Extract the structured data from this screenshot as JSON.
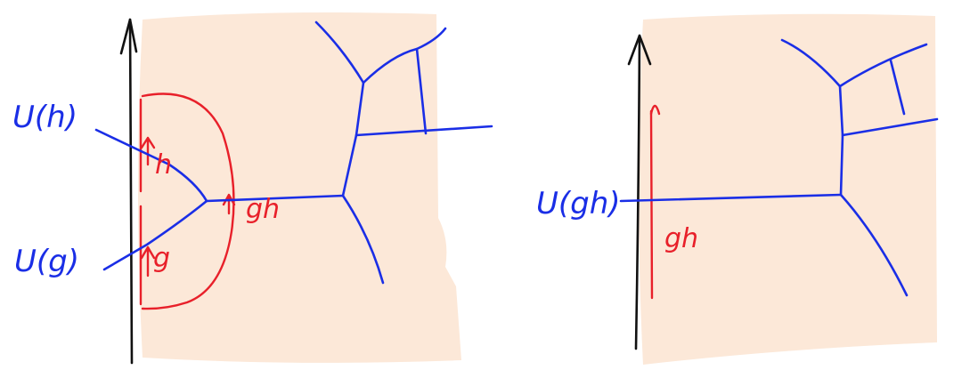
{
  "colors": {
    "background": "#ffffff",
    "region_fill": "#fce8d8",
    "blue_ink": "#1a2ee6",
    "red_ink": "#e8202a",
    "axis_ink": "#111111"
  },
  "left_panel": {
    "label_upper": "U(h)",
    "label_lower": "U(g)",
    "red_h": "h",
    "red_g": "g",
    "red_gh": "gh"
  },
  "right_panel": {
    "label": "U(gh)",
    "red_gh": "gh"
  }
}
